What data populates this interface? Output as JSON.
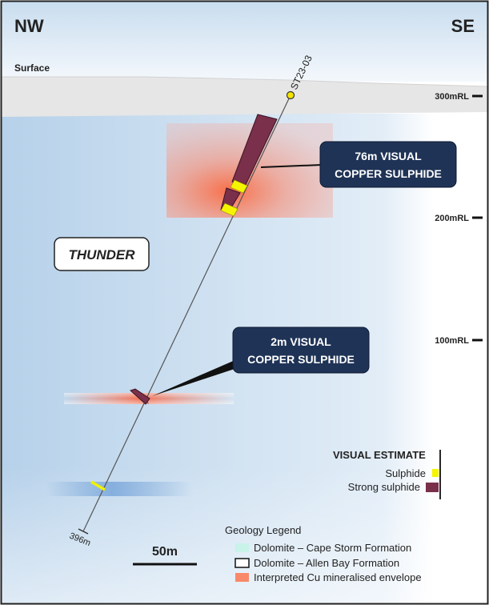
{
  "orientation": {
    "left": "NW",
    "right": "SE"
  },
  "surface_label": "Surface",
  "elevations": [
    "300mRL",
    "200mRL",
    "100mRL"
  ],
  "drillhole": {
    "name": "ST23-03",
    "end_depth": "396m"
  },
  "intercepts": [
    {
      "line1": "76m VISUAL",
      "line2": "COPPER SULPHIDE"
    },
    {
      "line1": "2m VISUAL",
      "line2": "COPPER SULPHIDE"
    }
  ],
  "prospect_label": "THUNDER",
  "visual_estimate": {
    "title": "VISUAL ESTIMATE",
    "items": [
      {
        "label": "Sulphide",
        "color": "#f5f500"
      },
      {
        "label": "Strong sulphide",
        "color": "#7a2f4a"
      }
    ]
  },
  "scale_bar": {
    "label": "50m"
  },
  "geology_legend": {
    "title": "Geology Legend",
    "items": [
      {
        "label": "Dolomite – Cape Storm Formation",
        "color": "#c9f3e9"
      },
      {
        "label": "Dolomite – Allen Bay Formation",
        "color": "#ffffff"
      },
      {
        "label": "Interpreted Cu mineralised envelope",
        "color": "#f8896a"
      }
    ]
  },
  "colors": {
    "callout": "#1f3356",
    "frame": "#222222"
  }
}
